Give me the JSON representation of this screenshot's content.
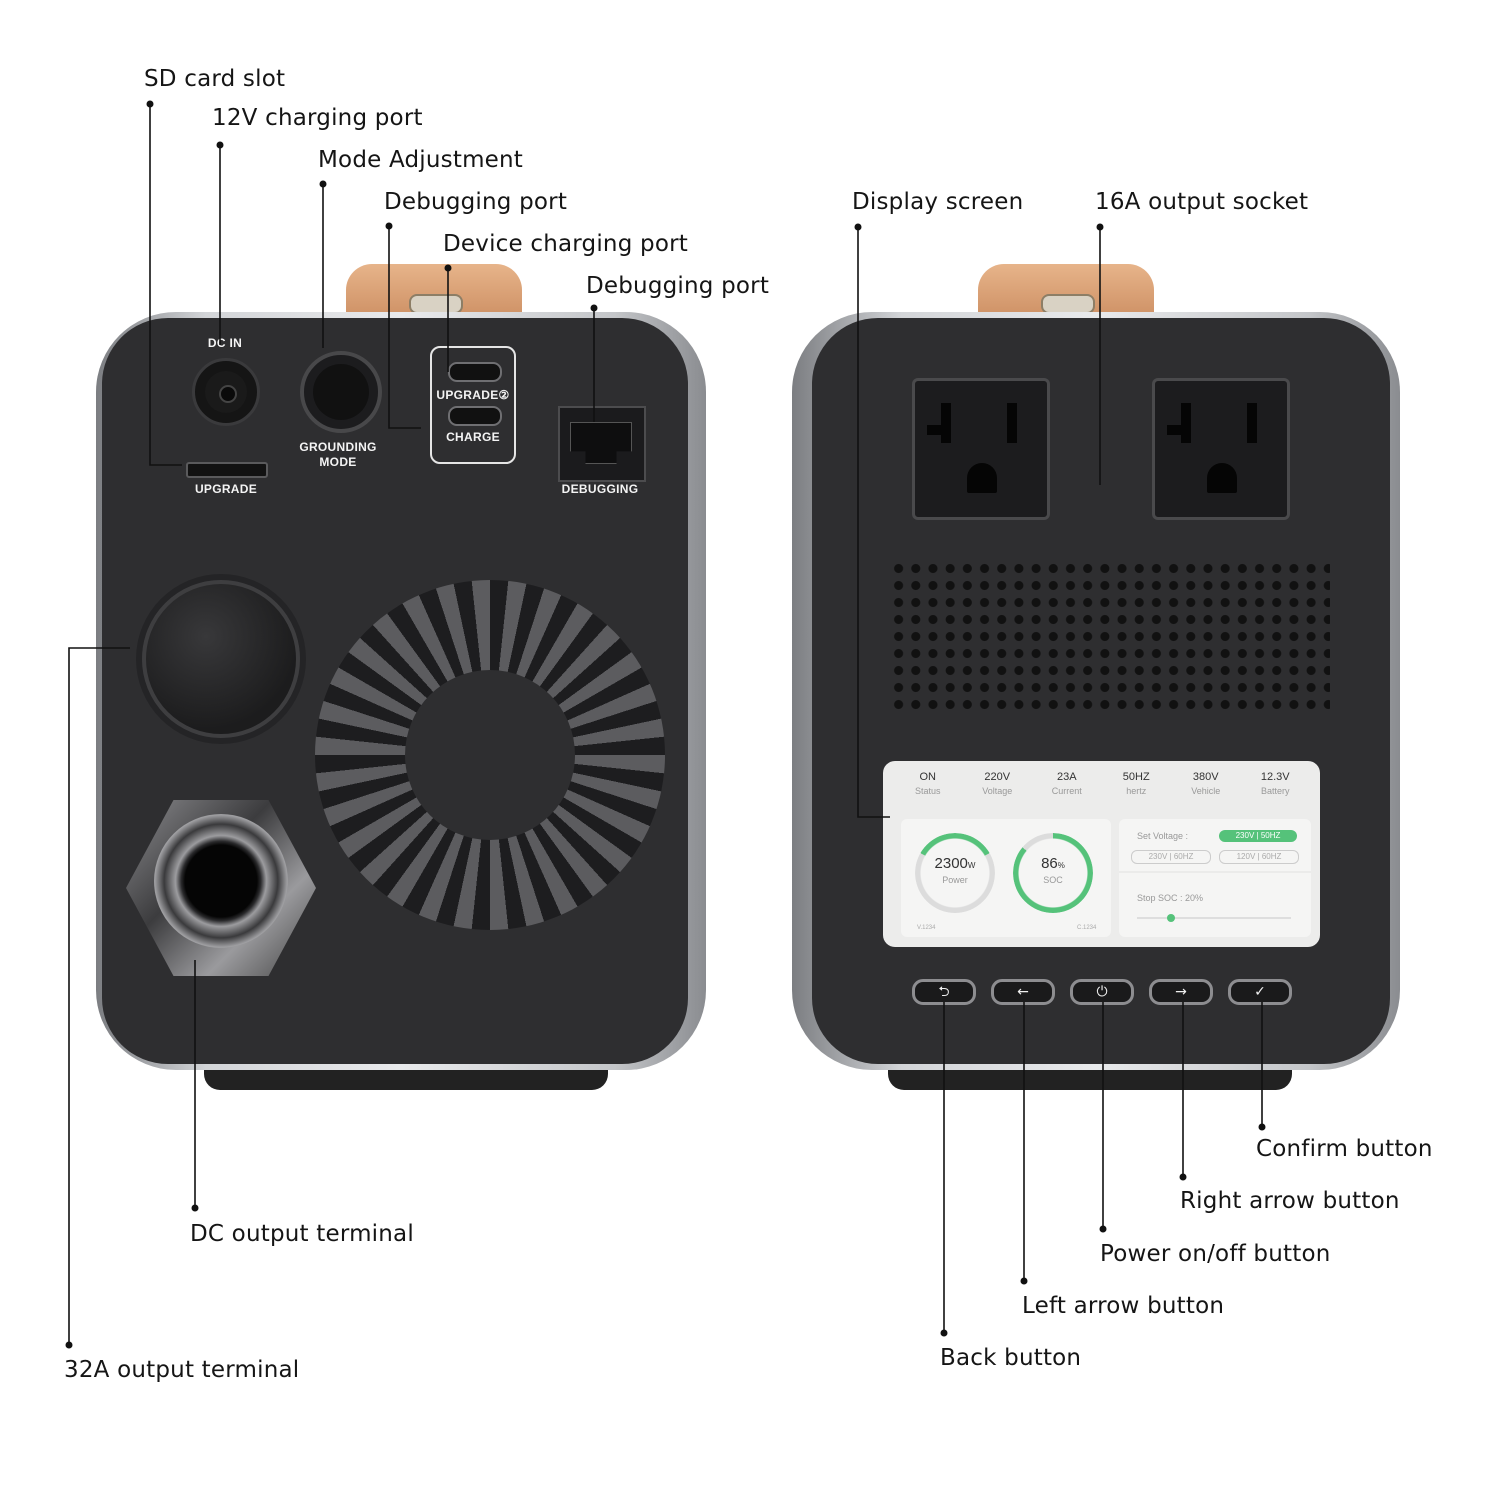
{
  "callouts": {
    "sd_card_slot": "SD card slot",
    "charging_port_12v": "12V charging port",
    "mode_adjustment": "Mode Adjustment",
    "debugging_port_1": "Debugging port",
    "device_charging_port": "Device charging port",
    "debugging_port_2": "Debugging port",
    "output_32a": "32A output terminal",
    "dc_output": "DC output terminal",
    "display_screen": "Display screen",
    "socket_16a": "16A output socket",
    "confirm_button": "Confirm button",
    "right_arrow_button": "Right arrow button",
    "power_button": "Power on/off button",
    "left_arrow_button": "Left arrow button",
    "back_button": "Back button"
  },
  "panel_labels": {
    "dc_in": "DC IN",
    "grounding_mode": "GROUNDING MODE",
    "upgrade2": "UPGRADE②",
    "charge": "CHARGE",
    "upgrade": "UPGRADE",
    "debugging": "DEBUGGING"
  },
  "screen": {
    "status_items": [
      {
        "value": "ON",
        "label": "Status"
      },
      {
        "value": "220V",
        "label": "Voltage"
      },
      {
        "value": "23A",
        "label": "Current"
      },
      {
        "value": "50HZ",
        "label": "hertz"
      },
      {
        "value": "380V",
        "label": "Vehicle"
      },
      {
        "value": "12.3V",
        "label": "Battery"
      }
    ],
    "power": {
      "value": "2300",
      "unit": "W",
      "label": "Power"
    },
    "soc": {
      "value": "86",
      "unit": "%",
      "label": "SOC",
      "fraction": 0.86
    },
    "version_left": "V.1234",
    "version_right": "C.1234",
    "set_voltage_label": "Set Voltage :",
    "voltage_options": [
      "230V | 50HZ",
      "230V | 60HZ",
      "120V | 60HZ"
    ],
    "selected_option": "230V | 50HZ",
    "stop_soc_label": "Stop SOC : 20%",
    "stop_soc_fraction": 0.2
  },
  "buttons": {
    "back_symbol": "⮌",
    "left_symbol": "←",
    "power_symbol": "⏻",
    "right_symbol": "→",
    "confirm_symbol": "✓"
  },
  "colors": {
    "accent_green": "#55c27a",
    "body_dark": "#2e2e30",
    "handle_tan": "#d49a6c"
  }
}
